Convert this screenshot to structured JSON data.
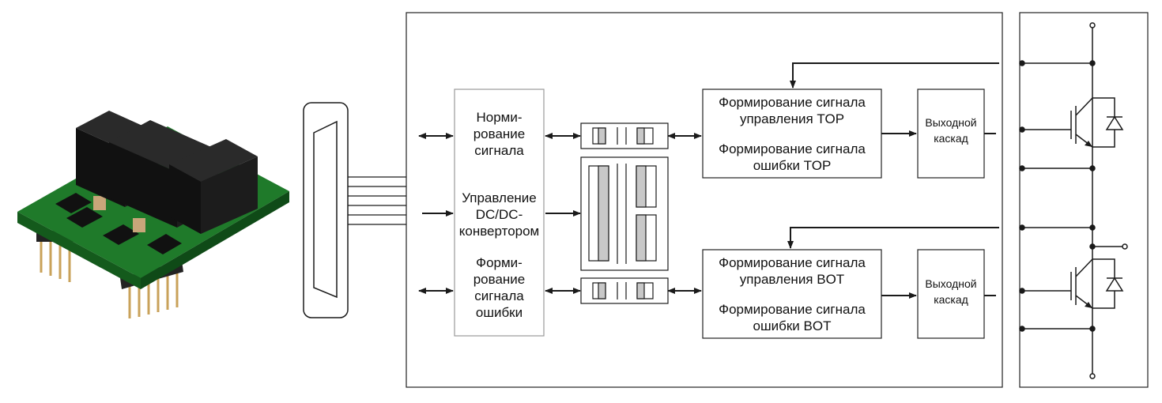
{
  "colors": {
    "line": "#1a1a1a",
    "block_border": "#222222",
    "norm_block_border": "#9a9a9a",
    "isolator_fill": "#c8c8c8",
    "pcb": "#1f7a2a",
    "module": "#151515",
    "pin": "#c9a25a"
  },
  "blocks": {
    "norm": "Норми-\nрование\nсигнала",
    "dcdc": "Управление\nDC/DC-\nконвертором",
    "error": "Форми-\nрование\nсигнала\nошибки",
    "top_control": "Формирование сигнала\nуправления TOP",
    "top_error": "Формирование сигнала\nошибки TOP",
    "bot_control": "Формирование сигнала\nуправления BOT",
    "bot_error": "Формирование сигнала\nошибки BOT",
    "output_top": "Выходной\nкаскад",
    "output_bot": "Выходной\nкаскад"
  },
  "icons": [
    "driver-board-photo",
    "connector-icon",
    "igbt-icon",
    "diode-icon",
    "isolator-icon"
  ]
}
